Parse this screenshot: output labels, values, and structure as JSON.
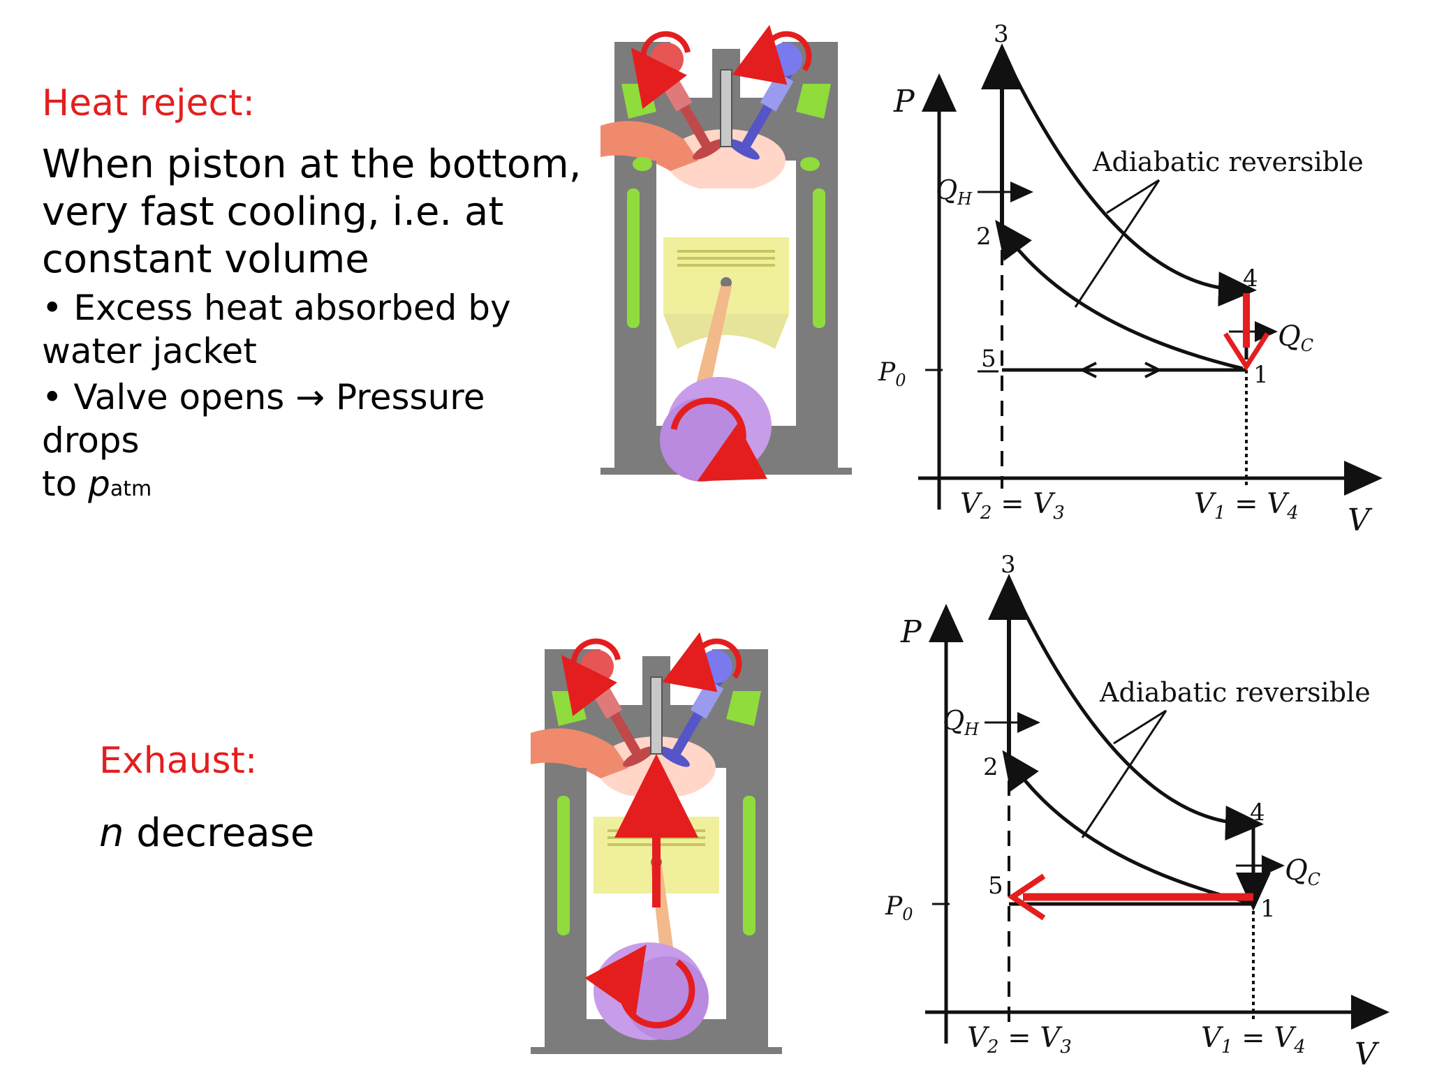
{
  "heat_reject": {
    "heading": "Heat reject:",
    "line1": "When piston at the bottom,",
    "line2": "very fast cooling, i.e. at",
    "line3": "constant volume",
    "bullet1_a": "• Excess heat absorbed by",
    "bullet1_b": "water jacket",
    "bullet2_a": "• Valve opens → Pressure drops",
    "bullet2_b_to": "to ",
    "bullet2_b_p": "p",
    "bullet2_b_sub": "atm"
  },
  "exhaust": {
    "heading": "Exhaust:",
    "n": "n",
    "desc": " decrease"
  },
  "pv_diagram": {
    "p_axis": "P",
    "v_axis": "V",
    "p0": "P",
    "p0_sub": "0",
    "qh": "Q",
    "qh_sub": "H",
    "qc": "Q",
    "qc_sub": "C",
    "curve_label": "Adiabatic reversible",
    "v23_a": "V",
    "v23_a_sub": "2",
    "v23_eq": " = ",
    "v23_b": "V",
    "v23_b_sub": "3",
    "v14_a": "V",
    "v14_a_sub": "1",
    "v14_eq": " = ",
    "v14_b": "V",
    "v14_b_sub": "4",
    "point1": "1",
    "point2": "2",
    "point3": "3",
    "point4": "4",
    "point5": "5"
  },
  "colors": {
    "heading_red": "#e41e1e",
    "arrow_red": "#e41e1e",
    "engine_gray": "#7c7c7c",
    "water_green": "#8fdc3c",
    "piston_yellow": "#f0ef9c",
    "exhaust_valve": "#e85555",
    "intake_valve": "#5a5adc",
    "crank_purple": "#c79ce8"
  }
}
